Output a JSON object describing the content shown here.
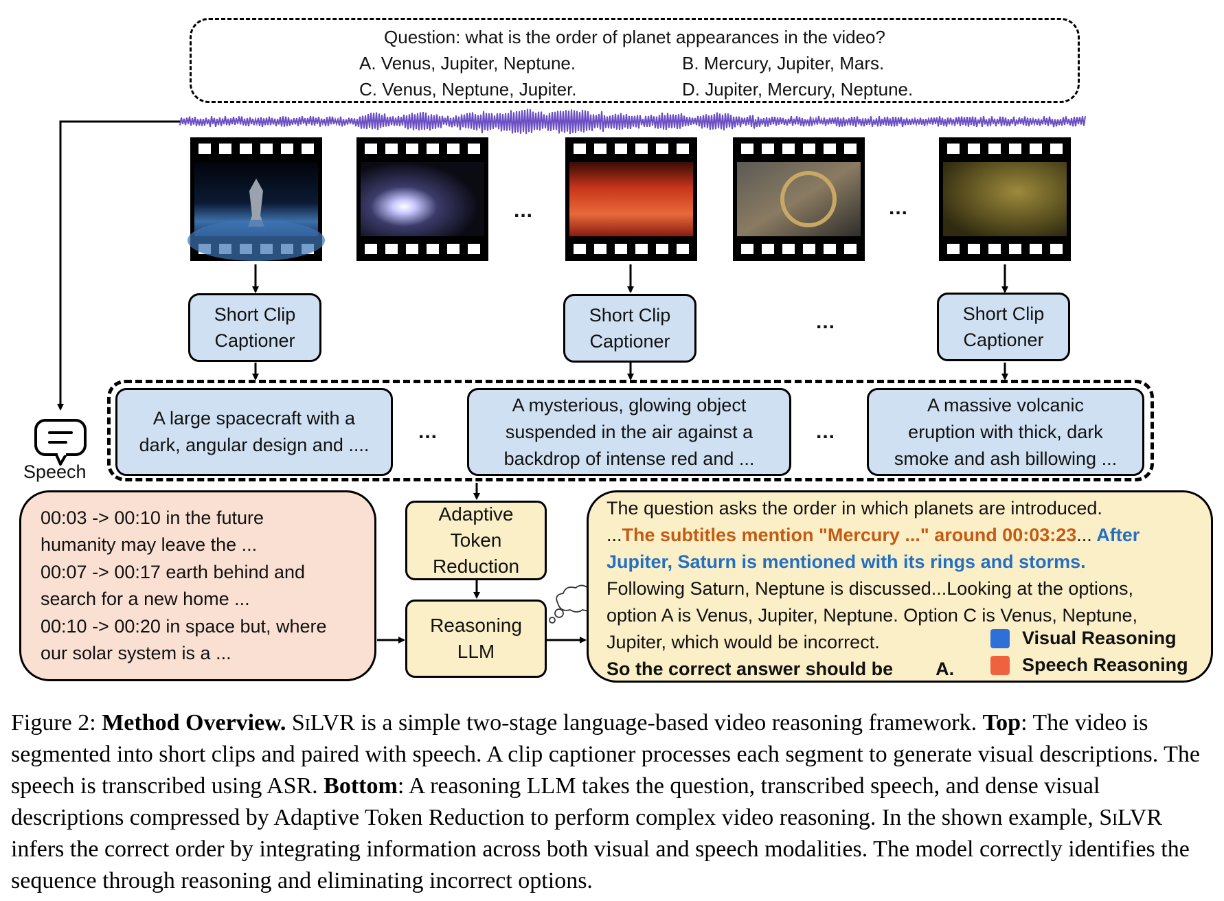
{
  "question": {
    "text": "Question: what is the order of planet appearances in the video?",
    "option_a": "A. Venus, Jupiter, Neptune.",
    "option_b": "B. Mercury, Jupiter, Mars.",
    "option_c": "C. Venus, Neptune, Jupiter.",
    "option_d": "D. Jupiter, Mercury, Neptune."
  },
  "ellipsis": "...",
  "captioner": {
    "line1": "Short Clip",
    "line2": "Captioner"
  },
  "descriptions": [
    {
      "line1": "A large spacecraft with a",
      "line2": "dark, angular design and ....",
      "line3": ""
    },
    {
      "line1": "A mysterious, glowing object",
      "line2": "suspended in the air against a",
      "line3": "backdrop of intense red and ..."
    },
    {
      "line1": "A massive volcanic",
      "line2": "eruption with thick, dark",
      "line3": "smoke and ash billowing ..."
    }
  ],
  "speech_label": "Speech",
  "transcript": [
    "00:03 -> 00:10 in the future",
    "humanity may leave the ...",
    "00:07 -> 00:17 earth behind and",
    "search for a new home ...",
    "00:10 -> 00:20 in space but, where",
    "our solar system is a ..."
  ],
  "adaptive": {
    "line1": "Adaptive",
    "line2": "Token",
    "line3": "Reduction"
  },
  "reasoning_llm": {
    "line1": "Reasoning",
    "line2": "LLM"
  },
  "answer": {
    "line1": "The question asks the order in which planets are introduced.",
    "line2_prefix": "...",
    "line2_orange": "The subtitles mention \"Mercury ...\" around 00:03:23",
    "line2_mid": "...",
    "line2_blue": " After",
    "line3_blue": "Jupiter, Saturn is mentioned with its rings and storms.",
    "line4": "Following Saturn, Neptune is discussed...Looking at the options,",
    "line5": "option A is Venus, Jupiter, Neptune. Option C is Venus, Neptune,",
    "line6": "Jupiter, which would be incorrect.",
    "line7_pre": "So the correct answer should be",
    "line7_post": "A."
  },
  "legend": {
    "visual": "Visual Reasoning",
    "speech": "Speech Reasoning",
    "visual_color": "#2f6fd8",
    "speech_color": "#f0623f"
  },
  "colors": {
    "waveform": "#6a4dc4",
    "blue_fill": "#cfe0f2",
    "peach_fill": "#f9e0d3",
    "cream_fill": "#fbefc8"
  },
  "caption": {
    "figure_label": "Figure 2: ",
    "bold_title": "Method Overview.",
    "sc_name": "SiLVR",
    "t1": " is a simple two-stage language-based video reasoning framework. ",
    "top_label": "Top",
    "t2": ": The video is segmented into short clips and paired with speech. A clip captioner processes each segment to generate visual descriptions. The speech is transcribed using ASR. ",
    "bottom_label": "Bottom",
    "t3": ": A reasoning LLM takes the question, transcribed speech, and dense visual descriptions compressed by Adaptive Token Reduction to perform complex video reasoning. In the shown example, ",
    "sc_name2": "SiLVR",
    "t4": " infers the correct order by integrating information across both visual and speech modalities. The model correctly identifies the sequence through reasoning and eliminating incorrect options."
  }
}
